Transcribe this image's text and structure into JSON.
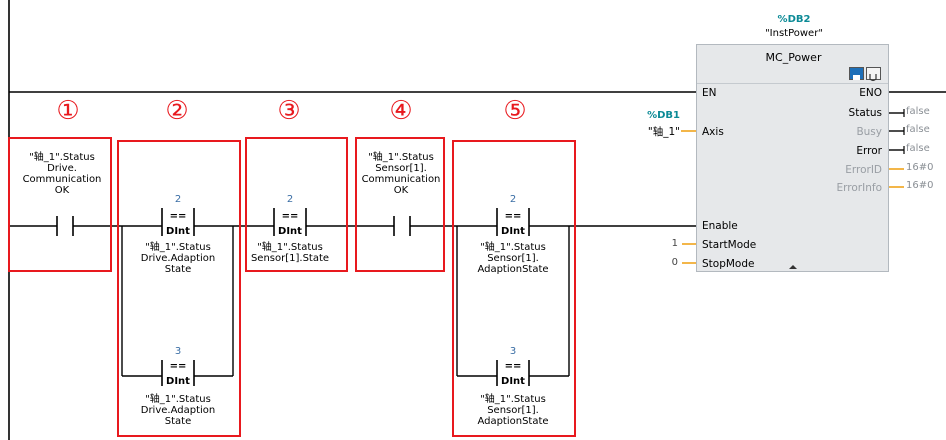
{
  "markers": [
    "①",
    "②",
    "③",
    "④",
    "⑤"
  ],
  "block": {
    "db_addr": "%DB2",
    "db_name": "\"InstPower\"",
    "type": "MC_Power",
    "in_pins": [
      "EN",
      "Axis",
      "Enable",
      "StartMode",
      "StopMode"
    ],
    "out_pins": [
      {
        "name": "ENO",
        "value": ""
      },
      {
        "name": "Status",
        "value": "false"
      },
      {
        "name": "Busy",
        "value": "false"
      },
      {
        "name": "Error",
        "value": "false"
      },
      {
        "name": "ErrorID",
        "value": "16#0"
      },
      {
        "name": "ErrorInfo",
        "value": "16#0"
      }
    ]
  },
  "axis_param": {
    "db_addr": "%DB1",
    "name": "\"轴_1\""
  },
  "constants": {
    "start_mode": "1",
    "stop_mode": "0"
  },
  "contact1": {
    "tag_lines": [
      "\"轴_1\".Status",
      "Drive.",
      "Communication",
      "OK"
    ]
  },
  "cmp2a": {
    "operand": "2",
    "op": "==",
    "type": "DInt",
    "tag_lines": [
      "\"轴_1\".Status",
      "Drive.Adaption",
      "State"
    ]
  },
  "cmp2b": {
    "operand": "3",
    "op": "==",
    "type": "DInt",
    "tag_lines": [
      "\"轴_1\".Status",
      "Drive.Adaption",
      "State"
    ]
  },
  "cmp3": {
    "operand": "2",
    "op": "==",
    "type": "DInt",
    "tag_lines": [
      "\"轴_1\".Status",
      "Sensor[1].State"
    ]
  },
  "contact4": {
    "tag_lines": [
      "\"轴_1\".Status",
      "Sensor[1].",
      "Communication",
      "OK"
    ]
  },
  "cmp5a": {
    "operand": "2",
    "op": "==",
    "type": "DInt",
    "tag_lines": [
      "\"轴_1\".Status",
      "Sensor[1].",
      "AdaptionState"
    ]
  },
  "cmp5b": {
    "operand": "3",
    "op": "==",
    "type": "DInt",
    "tag_lines": [
      "\"轴_1\".Status",
      "Sensor[1].",
      "AdaptionState"
    ]
  },
  "icons": [
    "network-icon",
    "monitor-icon"
  ]
}
